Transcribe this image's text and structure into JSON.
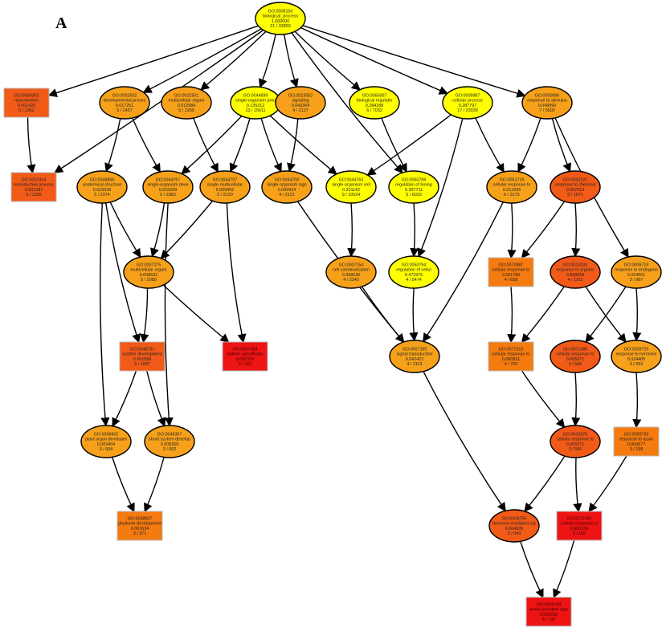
{
  "panel_label": "A",
  "colors": {
    "yellow": "#ffff00",
    "light_orange": "#ffd800",
    "orange": "#f7a11a",
    "dark_orange": "#f57a0f",
    "red_orange": "#f25a18",
    "red": "#ee1414",
    "edge": "#000000"
  },
  "nodes": [
    {
      "id": "GO:0008150",
      "lines": [
        "GO:0008150",
        "biological_process",
        "1.000000",
        "21 / 32850"
      ],
      "shape": "ellipse",
      "color": "#ffff00"
    },
    {
      "id": "GO:0000003",
      "lines": [
        "GO:0000003",
        "reproduction",
        "0.001420",
        "5 / 1362"
      ],
      "shape": "rect",
      "color": "#f25a18"
    },
    {
      "id": "GO:0032502",
      "lines": [
        "GO:0032502",
        "developmental proces",
        "0.017251",
        "5 / 2457"
      ],
      "shape": "ellipse",
      "color": "#f7a11a"
    },
    {
      "id": "GO:0032501",
      "lines": [
        "GO:0032501",
        "multicellular organi",
        "0.012984",
        "5 / 2289"
      ],
      "shape": "ellipse",
      "color": "#f7a11a"
    },
    {
      "id": "GO:0044699",
      "lines": [
        "GO:0044699",
        "single-organism proc",
        "0.135312",
        "13 / 15611"
      ],
      "shape": "ellipse",
      "color": "#ffff00"
    },
    {
      "id": "GO:0023052",
      "lines": [
        "GO:0023052",
        "signaling",
        "0.043304",
        "4 / 2127"
      ],
      "shape": "ellipse",
      "color": "#f7a11a"
    },
    {
      "id": "GO:0065007",
      "lines": [
        "GO:0065007",
        "biological regulatio",
        "0.284288",
        "6 / 7032"
      ],
      "shape": "ellipse",
      "color": "#ffff00"
    },
    {
      "id": "GO:0009987",
      "lines": [
        "GO:0009987",
        "cellular process",
        "0.287797",
        "17 / 23939"
      ],
      "shape": "ellipse",
      "color": "#ffff00"
    },
    {
      "id": "GO:0050896",
      "lines": [
        "GO:0050896",
        "response to stimulus",
        "0.048990",
        "7 / 5502"
      ],
      "shape": "ellipse",
      "color": "#f7a11a"
    },
    {
      "id": "GO:0022414",
      "lines": [
        "GO:0022414",
        "reproductive process",
        "0.001387",
        "5 / 1355"
      ],
      "shape": "rect",
      "color": "#f25a18"
    },
    {
      "id": "GO:0048856",
      "lines": [
        "GO:0048856",
        "anatomical structure",
        "0.015039",
        "5 / 2374"
      ],
      "shape": "ellipse",
      "color": "#f7a11a"
    },
    {
      "id": "GO:0044767",
      "lines": [
        "GO:0044767",
        "single-organism deve",
        "0.015269",
        "5 / 2383"
      ],
      "shape": "ellipse",
      "color": "#f7a11a"
    },
    {
      "id": "GO:0044707",
      "lines": [
        "GO:0044707",
        "single-multicellular",
        "0.009492",
        "5 / 2120"
      ],
      "shape": "ellipse",
      "color": "#f7a11a"
    },
    {
      "id": "GO:0044700",
      "lines": [
        "GO:0044700",
        "single organism sign",
        "0.042924",
        "4 / 2121"
      ],
      "shape": "ellipse",
      "color": "#f7a11a"
    },
    {
      "id": "GO:0044763",
      "lines": [
        "GO:0044763",
        "single-organism cell",
        "0.201142",
        "9 / 10524"
      ],
      "shape": "ellipse",
      "color": "#ffff00"
    },
    {
      "id": "GO:0050789",
      "lines": [
        "GO:0050789",
        "regulation of biolog",
        "0.307711",
        "5 / 6020"
      ],
      "shape": "ellipse",
      "color": "#ffff00"
    },
    {
      "id": "GO:0051716",
      "lines": [
        "GO:0051716",
        "cellular response to",
        "0.012295",
        "6 / 3175"
      ],
      "shape": "ellipse",
      "color": "#f7a11a"
    },
    {
      "id": "GO:0042221",
      "lines": [
        "GO:0042221",
        "response to chemical",
        "0.007013",
        "5 / 1971"
      ],
      "shape": "ellipse",
      "color": "#f25a18"
    },
    {
      "id": "GO:0007275",
      "lines": [
        "GO:0007275",
        "multicellular organi",
        "0.008632",
        "5 / 2089"
      ],
      "shape": "ellipse",
      "color": "#f7a11a"
    },
    {
      "id": "GO:0007154",
      "lines": [
        "GO:0007154",
        "cell communication",
        "0.058036",
        "4 / 2340"
      ],
      "shape": "ellipse",
      "color": "#f7a11a"
    },
    {
      "id": "GO:0050794",
      "lines": [
        "GO:0050794",
        "regulation of cellul",
        "0.472975",
        "4 / 5474"
      ],
      "shape": "ellipse",
      "color": "#ffff00"
    },
    {
      "id": "GO:0070887",
      "lines": [
        "GO:0070887",
        "cellular response to",
        "0.001780",
        "4 / 838"
      ],
      "shape": "rect",
      "color": "#f57a0f"
    },
    {
      "id": "GO:0010033",
      "lines": [
        "GO:0010033",
        "response to organic",
        "0.008659",
        "4 / 1211"
      ],
      "shape": "ellipse",
      "color": "#f25a18"
    },
    {
      "id": "GO:0009719",
      "lines": [
        "GO:0009719",
        "response to endogeno",
        "0.024601",
        "3 / 997"
      ],
      "shape": "ellipse",
      "color": "#f7a11a"
    },
    {
      "id": "GO:0048731",
      "lines": [
        "GO:0048731",
        "system development",
        "0.001589",
        "5 / 1997"
      ],
      "shape": "rect",
      "color": "#f25a18"
    },
    {
      "id": "GO:0007389",
      "lines": [
        "GO:0007389",
        "pattern specificatio",
        "0.000370",
        "3 / 322"
      ],
      "shape": "rect",
      "color": "#ee1414"
    },
    {
      "id": "GO:0007165",
      "lines": [
        "GO:0007165",
        "signal transduction",
        "0.042422",
        "4 / 2113"
      ],
      "shape": "ellipse",
      "color": "#f7a11a"
    },
    {
      "id": "GO:0071310",
      "lines": [
        "GO:0071310",
        "cellular response to",
        "0.000931",
        "4 / 703"
      ],
      "shape": "rect",
      "color": "#f57a0f"
    },
    {
      "id": "GO:0071495",
      "lines": [
        "GO:0071495",
        "cellular response to",
        "0.005371",
        "3 / 566"
      ],
      "shape": "ellipse",
      "color": "#f25a18"
    },
    {
      "id": "GO:0009725",
      "lines": [
        "GO:0009725",
        "response to hormone",
        "0.024405",
        "3 / 993"
      ],
      "shape": "ellipse",
      "color": "#f7a11a"
    },
    {
      "id": "GO:0099402",
      "lines": [
        "GO:0099402",
        "plant organ developm",
        "0.009404",
        "3 / 694"
      ],
      "shape": "ellipse",
      "color": "#f7a11a"
    },
    {
      "id": "GO:0048367",
      "lines": [
        "GO:0048367",
        "shoot system develop",
        "0.008268",
        "3 / 662"
      ],
      "shape": "ellipse",
      "color": "#f7a11a"
    },
    {
      "id": "GO:0032870",
      "lines": [
        "GO:0032870",
        "cellular response to",
        "0.005371",
        "3 / 566"
      ],
      "shape": "ellipse",
      "color": "#f25a18"
    },
    {
      "id": "GO:0009733",
      "lines": [
        "GO:0009733",
        "response to auxin",
        "0.000677",
        "3 / 298"
      ],
      "shape": "rect",
      "color": "#f57a0f"
    },
    {
      "id": "GO:0048827",
      "lines": [
        "GO:0048827",
        "phyllome development",
        "0.001634",
        "3 / 371"
      ],
      "shape": "rect",
      "color": "#f57a0f"
    },
    {
      "id": "GO:0009755",
      "lines": [
        "GO:0009755",
        "hormone-mediated sig",
        "0.004935",
        "3 / 549"
      ],
      "shape": "ellipse",
      "color": "#f25a18"
    },
    {
      "id": "GO:0071365",
      "lines": [
        "GO:0071365",
        "cellular response to",
        "0.000236",
        "3 / 190"
      ],
      "shape": "rect",
      "color": "#ee1414"
    },
    {
      "id": "GO:0009734",
      "lines": [
        "GO:0009734",
        "auxin-activated sign",
        "0.000236",
        "3 / 190"
      ],
      "shape": "rect",
      "color": "#ee1414"
    }
  ],
  "edges": [
    [
      "GO:0008150",
      "GO:0000003"
    ],
    [
      "GO:0008150",
      "GO:0022414"
    ],
    [
      "GO:0008150",
      "GO:0032502"
    ],
    [
      "GO:0008150",
      "GO:0032501"
    ],
    [
      "GO:0008150",
      "GO:0044699"
    ],
    [
      "GO:0008150",
      "GO:0023052"
    ],
    [
      "GO:0008150",
      "GO:0065007"
    ],
    [
      "GO:0008150",
      "GO:0009987"
    ],
    [
      "GO:0008150",
      "GO:0050896"
    ],
    [
      "GO:0008150",
      "GO:0050789"
    ],
    [
      "GO:0000003",
      "GO:0022414"
    ],
    [
      "GO:0032502",
      "GO:0048856"
    ],
    [
      "GO:0032502",
      "GO:0044767"
    ],
    [
      "GO:0032501",
      "GO:0044707"
    ],
    [
      "GO:0044699",
      "GO:0044767"
    ],
    [
      "GO:0044699",
      "GO:0044707"
    ],
    [
      "GO:0044699",
      "GO:0044700"
    ],
    [
      "GO:0044699",
      "GO:0044763"
    ],
    [
      "GO:0023052",
      "GO:0044700"
    ],
    [
      "GO:0065007",
      "GO:0050789"
    ],
    [
      "GO:0009987",
      "GO:0044763"
    ],
    [
      "GO:0009987",
      "GO:0051716"
    ],
    [
      "GO:0009987",
      "GO:0050794"
    ],
    [
      "GO:0050896",
      "GO:0051716"
    ],
    [
      "GO:0050896",
      "GO:0042221"
    ],
    [
      "GO:0050896",
      "GO:0009719"
    ],
    [
      "GO:0048856",
      "GO:0007275"
    ],
    [
      "GO:0048856",
      "GO:0048731"
    ],
    [
      "GO:0048856",
      "GO:0099402"
    ],
    [
      "GO:0044767",
      "GO:0007275"
    ],
    [
      "GO:0044767",
      "GO:0048367"
    ],
    [
      "GO:0044707",
      "GO:0007275"
    ],
    [
      "GO:0044707",
      "GO:0007389"
    ],
    [
      "GO:0044700",
      "GO:0007165"
    ],
    [
      "GO:0044763",
      "GO:0007154"
    ],
    [
      "GO:0050789",
      "GO:0050794"
    ],
    [
      "GO:0051716",
      "GO:0070887"
    ],
    [
      "GO:0051716",
      "GO:0007165"
    ],
    [
      "GO:0042221",
      "GO:0070887"
    ],
    [
      "GO:0042221",
      "GO:0010033"
    ],
    [
      "GO:0007275",
      "GO:0048731"
    ],
    [
      "GO:0007275",
      "GO:0007389"
    ],
    [
      "GO:0007154",
      "GO:0007165"
    ],
    [
      "GO:0050794",
      "GO:0007165"
    ],
    [
      "GO:0070887",
      "GO:0071310"
    ],
    [
      "GO:0010033",
      "GO:0071310"
    ],
    [
      "GO:0010033",
      "GO:0009725"
    ],
    [
      "GO:0009719",
      "GO:0071495"
    ],
    [
      "GO:0009719",
      "GO:0009725"
    ],
    [
      "GO:0048731",
      "GO:0099402"
    ],
    [
      "GO:0048731",
      "GO:0048367"
    ],
    [
      "GO:0007165",
      "GO:0009755"
    ],
    [
      "GO:0071310",
      "GO:0032870"
    ],
    [
      "GO:0071495",
      "GO:0032870"
    ],
    [
      "GO:0009725",
      "GO:0009733"
    ],
    [
      "GO:0099402",
      "GO:0048827"
    ],
    [
      "GO:0048367",
      "GO:0048827"
    ],
    [
      "GO:0032870",
      "GO:0009755"
    ],
    [
      "GO:0032870",
      "GO:0071365"
    ],
    [
      "GO:0009733",
      "GO:0071365"
    ],
    [
      "GO:0009755",
      "GO:0009734"
    ],
    [
      "GO:0071365",
      "GO:0009734"
    ]
  ]
}
